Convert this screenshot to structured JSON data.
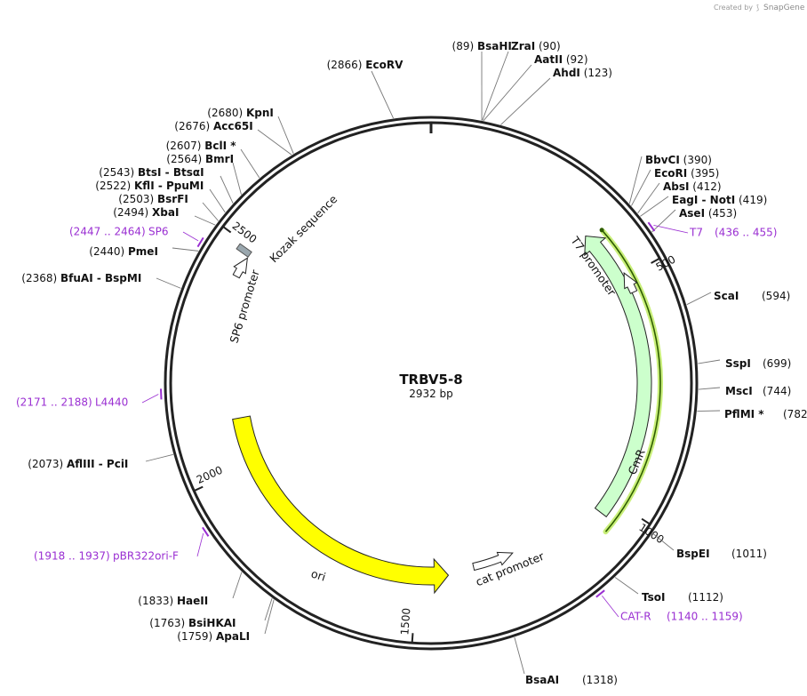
{
  "credit": {
    "prefix": "Created by",
    "brand": "SnapGene"
  },
  "map": {
    "name": "TRBV5-8",
    "size_label": "2932 bp",
    "length": 2932
  },
  "ticks": [
    {
      "bp": 500,
      "label": "500"
    },
    {
      "bp": 1000,
      "label": "1000"
    },
    {
      "bp": 1500,
      "label": "1500"
    },
    {
      "bp": 2000,
      "label": "2000"
    },
    {
      "bp": 2500,
      "label": "2500"
    }
  ],
  "features": [
    {
      "name": "CmR",
      "start": 1037,
      "end": 378,
      "direction": "reverse",
      "color": "#ccffcc",
      "stroke": "#222222",
      "label_bp": 1160,
      "highlight": "#7ab800"
    },
    {
      "name": "ori",
      "start": 2115,
      "end": 1424,
      "direction": "reverse",
      "color": "#ffff00",
      "stroke": "#222222",
      "label_bp": 1682
    },
    {
      "name": "cat promoter",
      "start": 1360,
      "end": 1257,
      "direction": "reverse",
      "color": "#ffffff",
      "stroke": "#222222",
      "label_bp": 1320
    },
    {
      "name": "T7 promoter",
      "start": 536,
      "end": 517,
      "direction": "reverse",
      "color": "#ffffff",
      "stroke": "#222222",
      "label_bp": 526
    },
    {
      "name": "SP6 promoter",
      "start": 2433,
      "end": 2452,
      "direction": "forward",
      "color": "#ffffff",
      "stroke": "#222222",
      "label_bp": 2442
    },
    {
      "name": "Kozak sequence",
      "start": 2487,
      "end": 2496,
      "direction": "none",
      "color": "#9aa7ae",
      "stroke": "#555555",
      "label_bp": 2491
    }
  ],
  "sites": [
    {
      "name": "EcoRV",
      "pos": "(2866)",
      "side": "left",
      "bp": 2866
    },
    {
      "name": "BsaHI",
      "pos": "(89)",
      "side": "left",
      "bp": 89
    },
    {
      "name": "ZraI",
      "pos": "(90)",
      "side": "right",
      "bp": 90
    },
    {
      "name": "AatII",
      "pos": "(92)",
      "side": "right",
      "bp": 92
    },
    {
      "name": "AhdI",
      "pos": "(123)",
      "side": "right",
      "bp": 123
    },
    {
      "name": "KpnI",
      "pos": "(2680)",
      "side": "left",
      "bp": 2680
    },
    {
      "name": "Acc65I",
      "pos": "(2676)",
      "side": "left",
      "bp": 2676
    },
    {
      "name": "BclI *",
      "pos": "(2607)",
      "side": "left",
      "bp": 2607
    },
    {
      "name": "BmrI",
      "pos": "(2564)",
      "side": "left",
      "bp": 2564
    },
    {
      "name": "BtsI - BtsαI",
      "pos": "(2543)",
      "side": "left",
      "bp": 2543
    },
    {
      "name": "KflI - PpuMI",
      "pos": "(2522)",
      "side": "left",
      "bp": 2522
    },
    {
      "name": "BsrFI",
      "pos": "(2503)",
      "side": "left",
      "bp": 2503
    },
    {
      "name": "XbaI",
      "pos": "(2494)",
      "side": "left",
      "bp": 2494
    },
    {
      "name": "PmeI",
      "pos": "(2440)",
      "side": "left",
      "bp": 2440
    },
    {
      "name": "BfuAI - BspMI",
      "pos": "(2368)",
      "side": "left",
      "bp": 2368
    },
    {
      "name": "AflIII - PciI",
      "pos": "(2073)",
      "side": "left",
      "bp": 2073
    },
    {
      "name": "HaeII",
      "pos": "(1833)",
      "side": "left",
      "bp": 1833
    },
    {
      "name": "BsiHKAI",
      "pos": "(1763)",
      "side": "left",
      "bp": 1763
    },
    {
      "name": "ApaLI",
      "pos": "(1759)",
      "side": "left",
      "bp": 1759
    },
    {
      "name": "BsaAI",
      "pos": "(1318)",
      "side": "right",
      "bp": 1318
    },
    {
      "name": "TsoI",
      "pos": "(1112)",
      "side": "right",
      "bp": 1112
    },
    {
      "name": "BspEI",
      "pos": "(1011)",
      "side": "right",
      "bp": 1011
    },
    {
      "name": "PflMI *",
      "pos": "(782)",
      "side": "right",
      "bp": 782
    },
    {
      "name": "MscI",
      "pos": "(744)",
      "side": "right",
      "bp": 744
    },
    {
      "name": "SspI",
      "pos": "(699)",
      "side": "right",
      "bp": 699
    },
    {
      "name": "ScaI",
      "pos": "(594)",
      "side": "right",
      "bp": 594
    },
    {
      "name": "AseI",
      "pos": "(453)",
      "side": "right",
      "bp": 453
    },
    {
      "name": "EagI - NotI",
      "pos": "(419)",
      "side": "right",
      "bp": 419
    },
    {
      "name": "AbsI",
      "pos": "(412)",
      "side": "right",
      "bp": 412
    },
    {
      "name": "EcoRI",
      "pos": "(395)",
      "side": "right",
      "bp": 395
    },
    {
      "name": "BbvCI",
      "pos": "(390)",
      "side": "right",
      "bp": 390
    }
  ],
  "primers": [
    {
      "name": "SP6",
      "range": "(2447 .. 2464)",
      "side": "left",
      "bp": 2455
    },
    {
      "name": "L4440",
      "range": "(2171 .. 2188)",
      "side": "left",
      "bp": 2180
    },
    {
      "name": "pBR322ori-F",
      "range": "(1918 .. 1937)",
      "side": "left",
      "bp": 1927
    },
    {
      "name": "T7",
      "range": "(436 .. 455)",
      "side": "right",
      "bp": 445
    },
    {
      "name": "CAT-R",
      "range": "(1140 .. 1159)",
      "side": "right",
      "bp": 1150
    }
  ],
  "colors": {
    "primer": "#9a2fd2",
    "backbone": "#222222",
    "leader": "#777777"
  }
}
